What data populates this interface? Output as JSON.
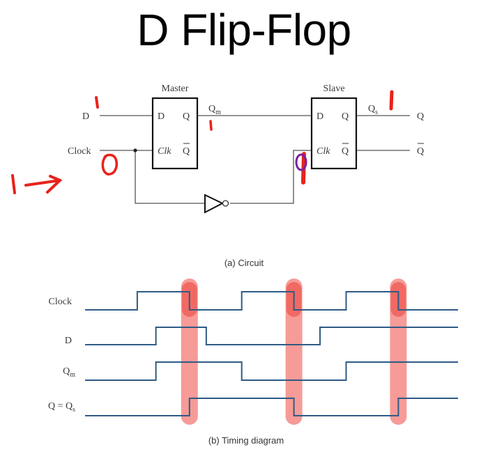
{
  "title": "D Flip-Flop",
  "circuit": {
    "caption": "(a) Circuit",
    "inputs": {
      "d": "D",
      "clock": "Clock"
    },
    "master": {
      "label": "Master",
      "pin_d": "D",
      "pin_q": "Q",
      "pin_clk": "Clk",
      "pin_qbar": "Q",
      "output_label": "Q",
      "output_sub": "m"
    },
    "slave": {
      "label": "Slave",
      "pin_d": "D",
      "pin_q": "Q",
      "pin_clk": "Clk",
      "pin_qbar": "Q",
      "output_label": "Q",
      "output_sub": "s"
    },
    "outputs": {
      "q": "Q",
      "qbar": "Q"
    },
    "annotations": {
      "d_value": "1",
      "qm_value": "1",
      "clock_value": "0",
      "qs_value": "1",
      "left_mark": "1",
      "slave_clk_value": "1"
    }
  },
  "timing": {
    "caption": "(b) Timing diagram",
    "colors": {
      "wave": "#2e5b86",
      "highlight": "#f58a86",
      "highlight_dark": "#ee5a52"
    },
    "t_end": 10,
    "signals": [
      {
        "label": "Clock",
        "sub": "",
        "initial": 0,
        "edges": [
          1.4,
          2.8,
          4.2,
          5.6,
          7.0,
          8.4
        ]
      },
      {
        "label": "D",
        "sub": "",
        "initial": 0,
        "edges": [
          1.9,
          3.25,
          6.3
        ]
      },
      {
        "label": "Q",
        "sub": "m",
        "initial": 0,
        "edges": [
          1.9,
          4.2,
          7.0
        ]
      },
      {
        "label": "Q = Q",
        "sub": "s",
        "initial": 0,
        "edges": [
          2.8,
          5.6,
          8.4
        ]
      }
    ],
    "highlights": [
      2.8,
      5.6,
      8.4
    ]
  }
}
